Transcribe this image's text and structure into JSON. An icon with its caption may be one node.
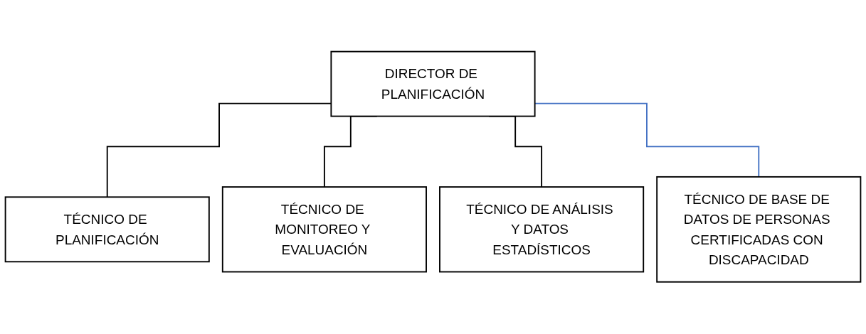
{
  "diagram": {
    "nodes": [
      {
        "text": [
          "DIRECTOR DE PLANIFICACIÓN"
        ]
      },
      {
        "text": [
          "TÉCNICO DE PLANIFICACIÓN"
        ]
      },
      {
        "text": [
          "TÉCNICO DE MONITOREO Y EVALUACIÓN"
        ]
      },
      {
        "text": [
          "TÉCNICO DE ANÁLISIS Y DATOS ESTADÍSTICOS"
        ]
      },
      {
        "text": [
          "TÉCNICO DE BASE DE DATOS DE PERSONAS CERTIFICADAS CON DISCAPACIDAD"
        ]
      }
    ],
    "edges": [
      {
        "from": 0,
        "to": 1,
        "arrow": "none"
      },
      {
        "from": 0,
        "to": 2,
        "arrow": "none"
      },
      {
        "from": 0,
        "to": 3,
        "arrow": "none"
      },
      {
        "from": 0,
        "to": 4,
        "arrow": "none",
        "color": "#4472c4"
      }
    ]
  }
}
